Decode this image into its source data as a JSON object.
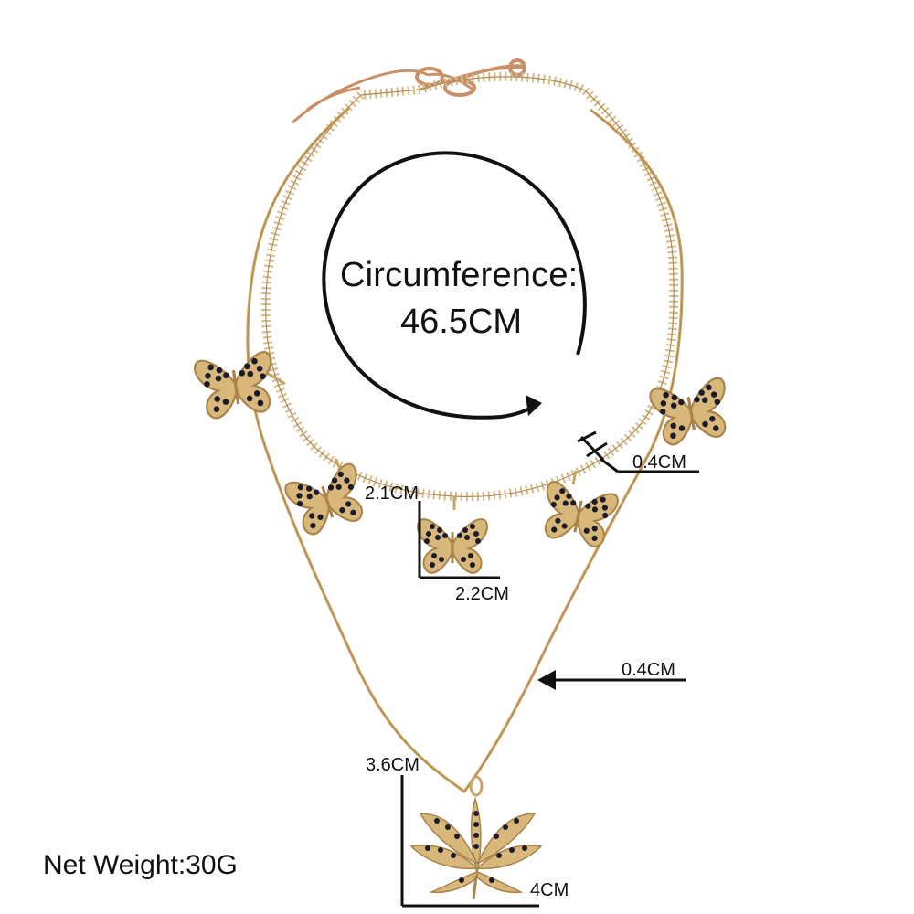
{
  "colors": {
    "gold": "#c9a464",
    "gold_dark": "#a9834a",
    "stone": "#1b1b2a",
    "ink": "#111111",
    "background": "#ffffff"
  },
  "product": {
    "circumference_label": "Circumference:",
    "circumference_value": "46.5CM",
    "net_weight": "Net Weight:30G"
  },
  "dimensions": {
    "tennis_chain_width": "0.4CM",
    "butterfly_height": "2.1CM",
    "butterfly_width": "2.2CM",
    "snake_chain_width": "0.4CM",
    "leaf_height": "3.6CM",
    "leaf_width": "4CM"
  },
  "icons": {
    "circular_arrow": "circular-arrow-icon",
    "pointer_arrow": "arrow-left-icon"
  }
}
